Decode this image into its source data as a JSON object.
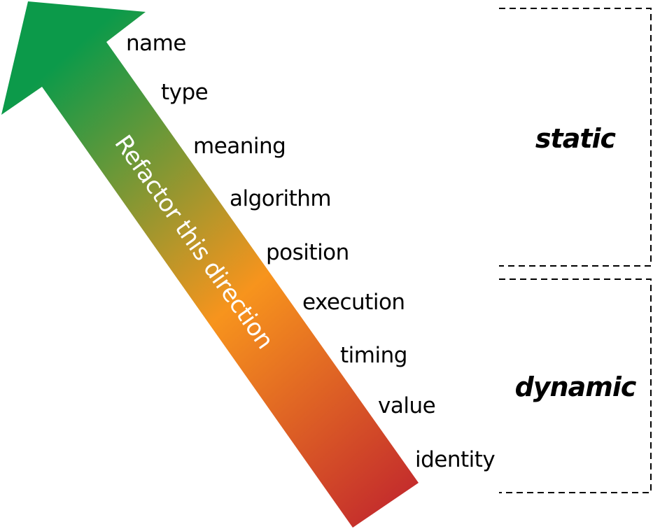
{
  "arrow": {
    "label": "Refactor this direction",
    "color_start": "#0c9a4a",
    "color_mid": "#f7941d",
    "color_end": "#c1272d"
  },
  "terms": [
    "name",
    "type",
    "meaning",
    "algorithm",
    "position",
    "execution",
    "timing",
    "value",
    "identity"
  ],
  "groups": {
    "static": "static",
    "dynamic": "dynamic"
  }
}
